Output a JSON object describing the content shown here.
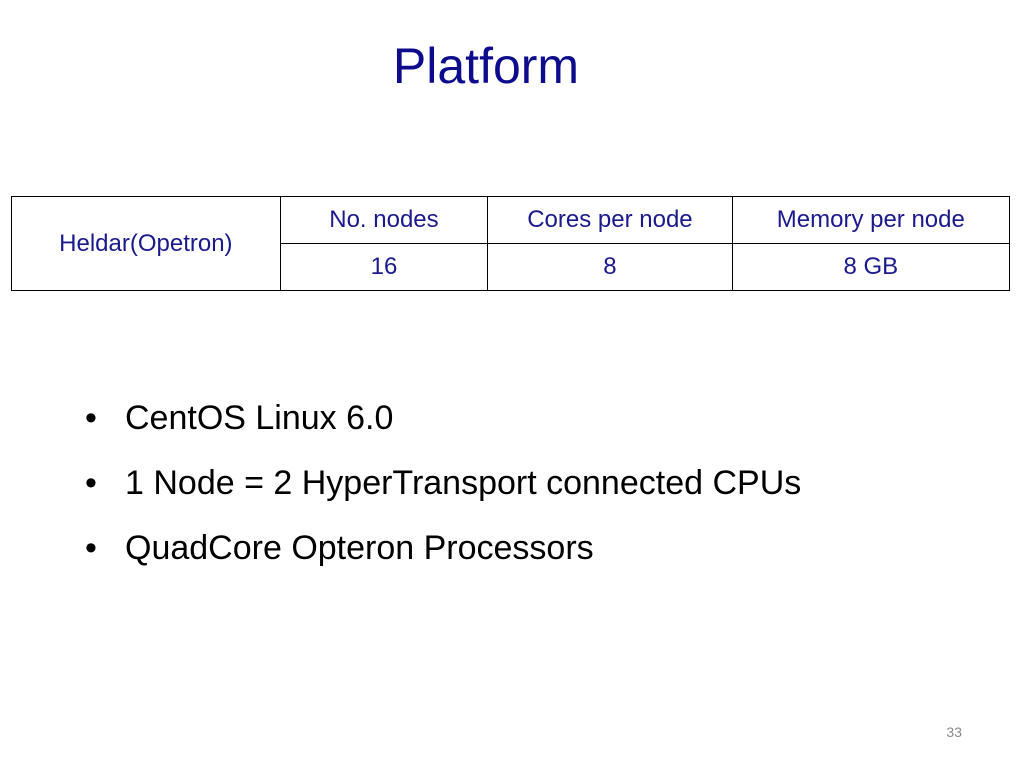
{
  "slide": {
    "title": "Platform",
    "page_number": "33"
  },
  "table": {
    "system_name": "Heldar(Opetron)",
    "headers": [
      "No. nodes",
      "Cores per node",
      "Memory per node"
    ],
    "values": [
      "16",
      "8",
      "8 GB"
    ]
  },
  "bullets": {
    "symbol": "•",
    "items": [
      "CentOS Linux 6.0",
      "1 Node = 2 HyperTransport connected CPUs",
      "QuadCore Opteron Processors"
    ]
  },
  "colors": {
    "title": "#0c0c8c",
    "table_text": "#1a1a8c",
    "body_text": "#000000"
  }
}
